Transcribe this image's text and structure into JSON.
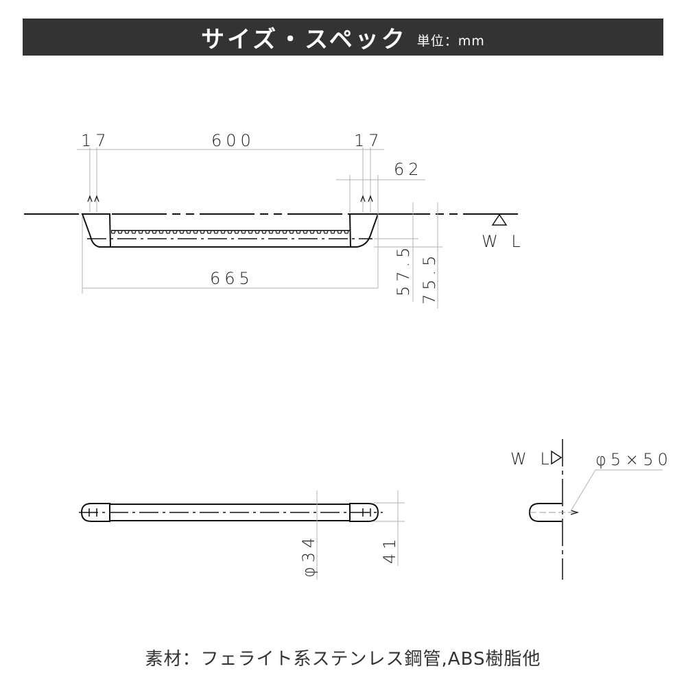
{
  "header": {
    "title": "サイズ・スペック",
    "unit_label": "単位：mm"
  },
  "front_view": {
    "dimensions": {
      "left_flange": "17",
      "center_span": "600",
      "right_flange": "17",
      "bracket_width": "62",
      "overall_length": "665",
      "center_height": "57.5",
      "total_height": "75.5"
    },
    "water_level_label": "W L"
  },
  "top_view": {
    "dimensions": {
      "pipe_diameter": "φ34",
      "bracket_depth": "41"
    }
  },
  "side_view": {
    "water_level_label": "W L",
    "screw_spec": "φ5×50"
  },
  "footer": {
    "material": "素材：フェライト系ステンレス鋼管,ABS樹脂他"
  },
  "colors": {
    "header_bg": "#333333",
    "header_text": "#ffffff",
    "line": "#111111",
    "dimension_line": "#b0b0b0"
  }
}
